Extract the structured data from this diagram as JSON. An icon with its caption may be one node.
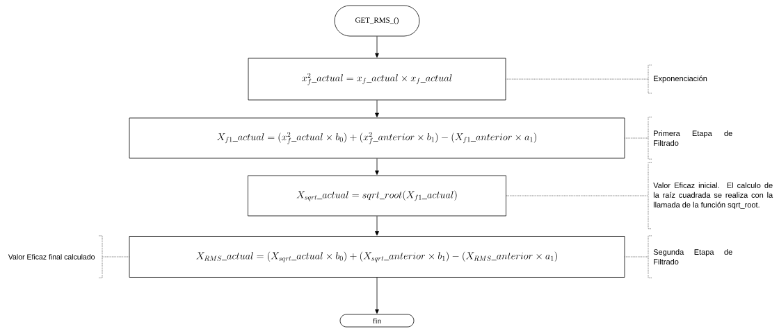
{
  "diagram": {
    "nodes": [
      {
        "text": [
          "GET_RMS_()"
        ]
      },
      {
        "text": [
          "x_f^2\\_actual = x_f\\_actual \\times x_f\\_actual"
        ]
      },
      {
        "text": [
          "X_{f1}\\_actual = (x_f^2\\_actual \\times b_0) + (x_f^2\\_anterior \\times b_1) - (X_{f1}\\_anterior \\times a_1)"
        ]
      },
      {
        "text": [
          "X_{sqrt}\\_actual = sqrt\\_root(X_{f1}\\_actual)"
        ]
      },
      {
        "text": [
          "X_{RMS}\\_actual = (X_{sqrt}\\_actual \\times b_0) + (X_{sqrt}\\_anterior \\times b_1) - (X_{RMS}\\_anterior \\times a_1)"
        ]
      },
      {
        "text": [
          "fin"
        ]
      },
      {
        "text": [
          "Exponenciación"
        ]
      },
      {
        "text": [
          "Primera Etapa de Filtrado"
        ]
      },
      {
        "text": [
          "Valor Eficaz inicial. El calculo de la raíz cuadrada se realiza con la llamada de la función sqrt_root."
        ]
      },
      {
        "text": [
          "Valor Eficaz final calculado"
        ]
      },
      {
        "text": [
          "Segunda Etapa de Filtrado"
        ]
      }
    ],
    "edges": [
      {
        "from": 0,
        "to": 1,
        "arrow": "to"
      },
      {
        "from": 1,
        "to": 2,
        "arrow": "to"
      },
      {
        "from": 2,
        "to": 3,
        "arrow": "to"
      },
      {
        "from": 3,
        "to": 4,
        "arrow": "to"
      },
      {
        "from": 4,
        "to": 5,
        "arrow": "to"
      },
      {
        "from": 1,
        "to": 6,
        "arrow": "none",
        "style": "dashed"
      },
      {
        "from": 2,
        "to": 7,
        "arrow": "none",
        "style": "dashed"
      },
      {
        "from": 3,
        "to": 8,
        "arrow": "none",
        "style": "dashed"
      },
      {
        "from": 4,
        "to": 9,
        "arrow": "none",
        "style": "dashed"
      },
      {
        "from": 4,
        "to": 10,
        "arrow": "none",
        "style": "dashed"
      }
    ]
  }
}
